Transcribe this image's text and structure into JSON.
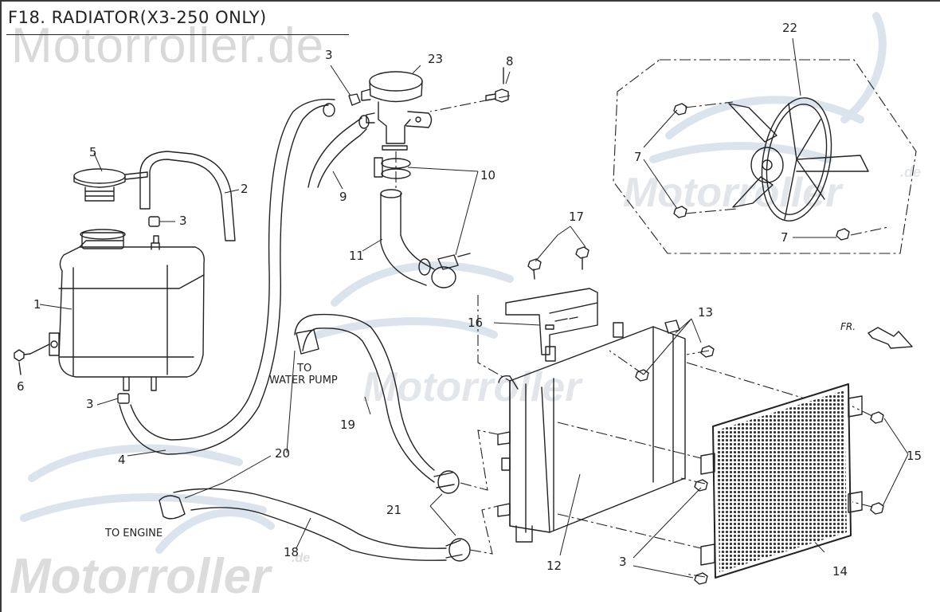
{
  "page": {
    "title": "F18. RADIATOR(X3-250 ONLY)",
    "watermark": "Motorroller.de",
    "watermark_short": "Motorroller",
    "watermark_suffix": ".de"
  },
  "annotations": {
    "to_water_pump_line1": "TO",
    "to_water_pump_line2": "WATER PUMP",
    "to_engine": "TO ENGINE",
    "front_direction": "FR."
  },
  "callouts": [
    {
      "num": "1",
      "part": "reservoir tank"
    },
    {
      "num": "2",
      "part": "overflow hose"
    },
    {
      "num": "3",
      "part": "hose clamp"
    },
    {
      "num": "4",
      "part": "reservoir hose"
    },
    {
      "num": "5",
      "part": "reservoir cap"
    },
    {
      "num": "6",
      "part": "bolt"
    },
    {
      "num": "7",
      "part": "fan bolt"
    },
    {
      "num": "8",
      "part": "bolt"
    },
    {
      "num": "9",
      "part": "hose"
    },
    {
      "num": "10",
      "part": "hose clamp"
    },
    {
      "num": "11",
      "part": "upper radiator hose"
    },
    {
      "num": "12",
      "part": "radiator"
    },
    {
      "num": "13",
      "part": "bolt"
    },
    {
      "num": "14",
      "part": "radiator grille"
    },
    {
      "num": "15",
      "part": "bolt"
    },
    {
      "num": "16",
      "part": "radiator bracket"
    },
    {
      "num": "17",
      "part": "bolt"
    },
    {
      "num": "18",
      "part": "hose to engine"
    },
    {
      "num": "19",
      "part": "hose to water pump"
    },
    {
      "num": "20",
      "part": "hose clamp"
    },
    {
      "num": "21",
      "part": "hose clamp"
    },
    {
      "num": "22",
      "part": "cooling fan"
    },
    {
      "num": "23",
      "part": "filler neck"
    }
  ],
  "labels": {
    "l1": "1",
    "l2": "2",
    "l3a": "3",
    "l3b": "3",
    "l3c": "3",
    "l3d": "3",
    "l3e": "3",
    "l4": "4",
    "l5": "5",
    "l6": "6",
    "l7a": "7",
    "l7b": "7",
    "l8": "8",
    "l9": "9",
    "l10": "10",
    "l11": "11",
    "l12": "12",
    "l13": "13",
    "l14": "14",
    "l15": "15",
    "l16": "16",
    "l17": "17",
    "l18": "18",
    "l19": "19",
    "l20": "20",
    "l21": "21",
    "l22": "22",
    "l23": "23"
  }
}
